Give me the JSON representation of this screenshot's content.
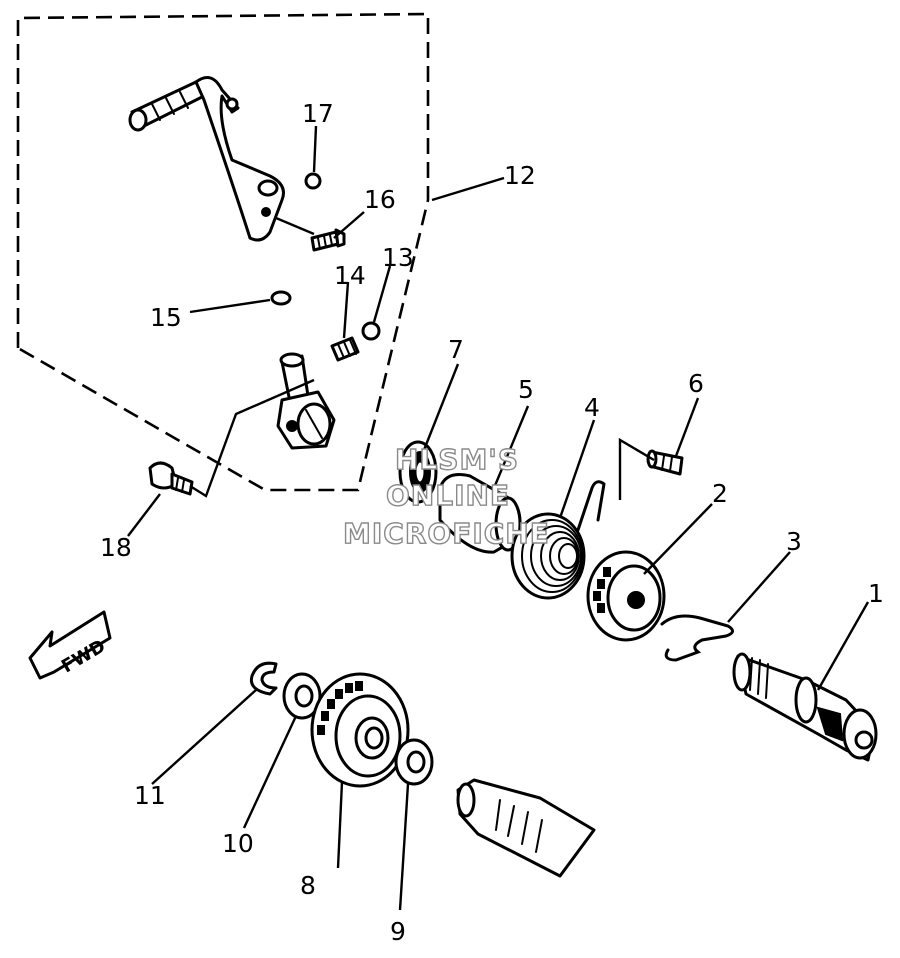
{
  "callouts": {
    "c1": "1",
    "c2": "2",
    "c3": "3",
    "c4": "4",
    "c5": "5",
    "c6": "6",
    "c7": "7",
    "c8": "8",
    "c9": "9",
    "c10": "10",
    "c11": "11",
    "c12": "12",
    "c13": "13",
    "c14": "14",
    "c15": "15",
    "c16": "16",
    "c17": "17",
    "c18": "18"
  },
  "direction_label": "FWD",
  "watermark": {
    "line1": "HLSM'S",
    "line2": "ONLINE",
    "line3": "MICROFICHE"
  }
}
